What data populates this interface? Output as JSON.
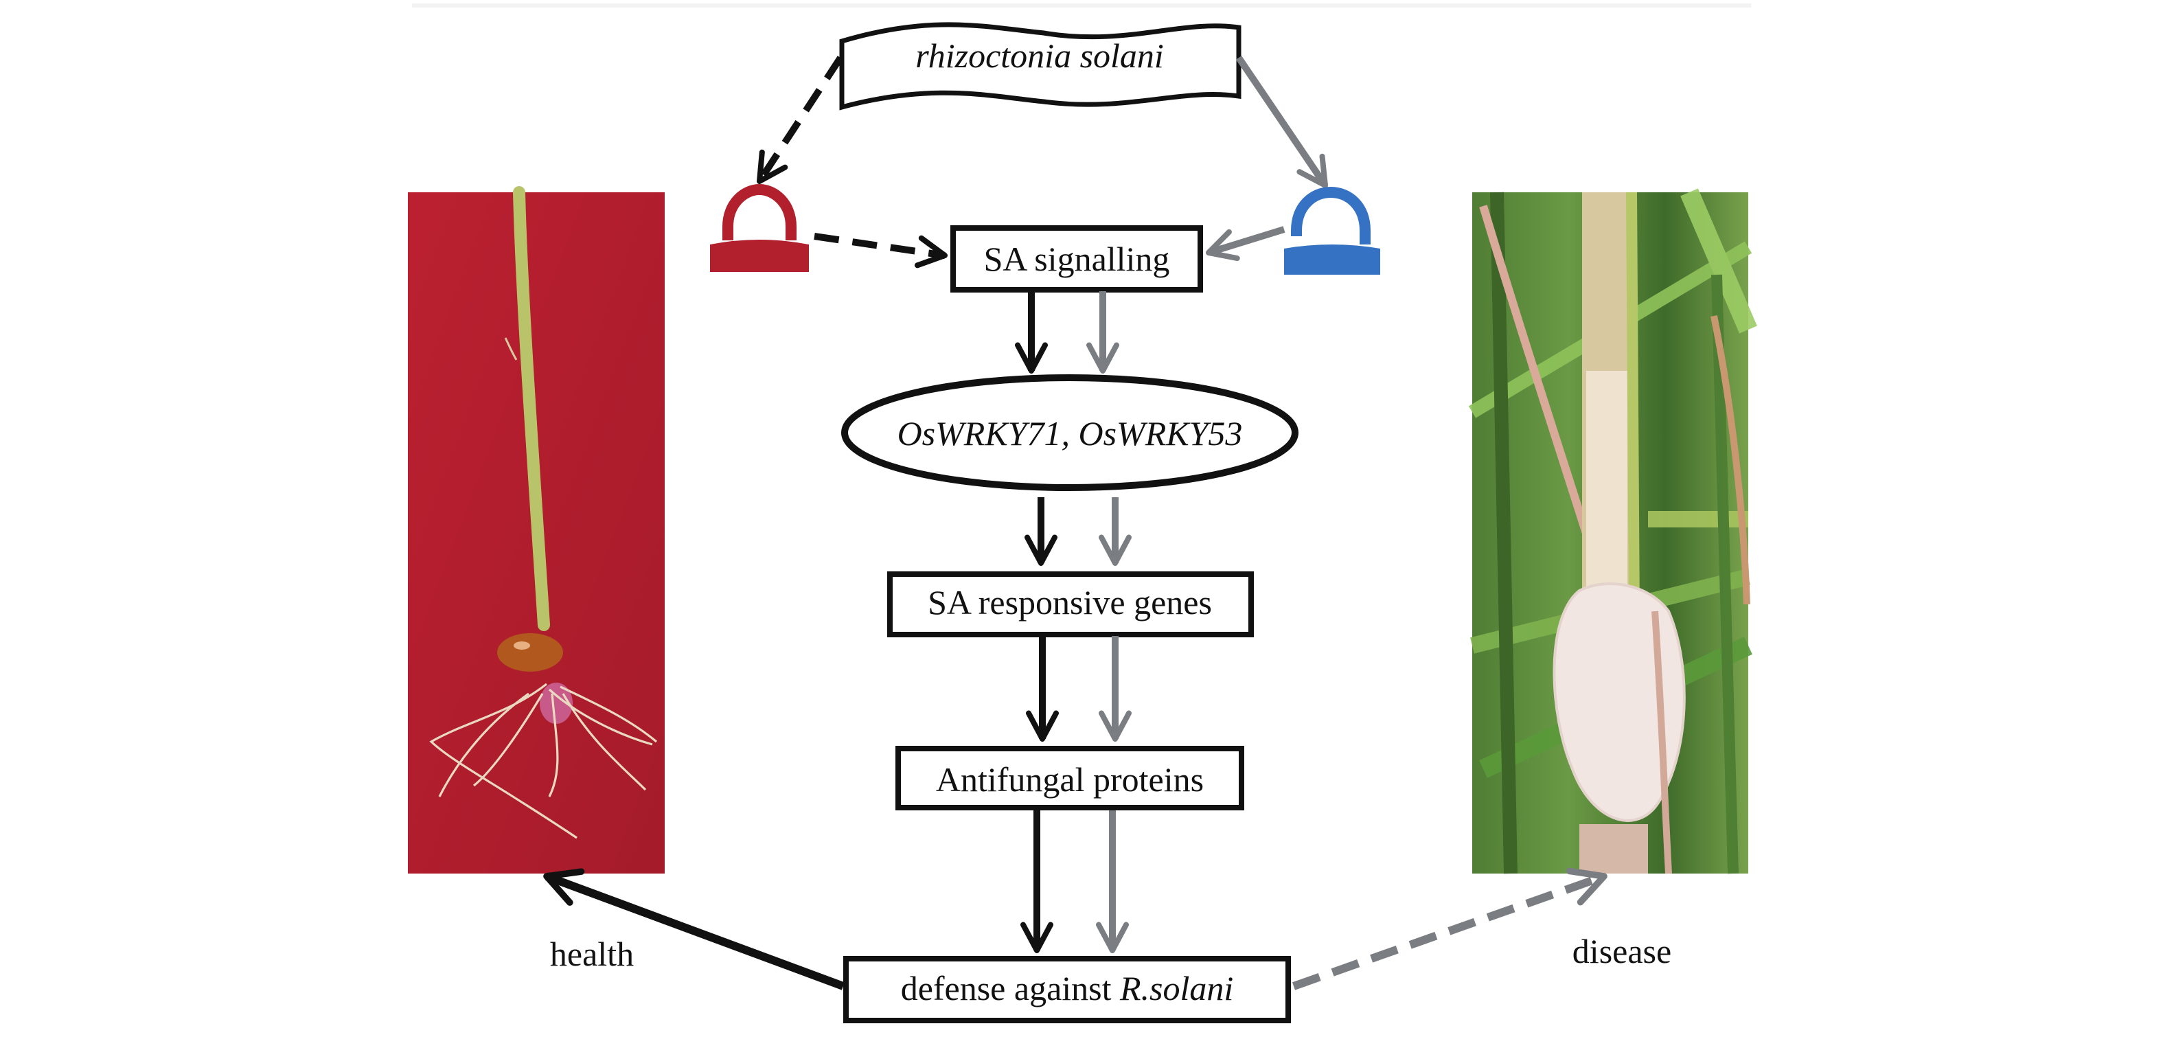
{
  "diagram": {
    "type": "signaling-pathway",
    "pathogen": {
      "label": "rhizoctonia solani",
      "italic": true
    },
    "nodes": {
      "sa_signalling": "SA signalling",
      "wrky": "OsWRKY71, OsWRKY53",
      "sa_responsive_genes": "SA responsive genes",
      "antifungal_proteins": "Antifungal proteins",
      "defense_prefix": "defense against ",
      "defense_italic": "R.solani"
    },
    "outcomes": {
      "left": "health",
      "right": "disease"
    },
    "symbols": {
      "left": {
        "name": "closed-lock",
        "color": "#b3202d"
      },
      "right": {
        "name": "open-lock",
        "color": "#3672c4"
      }
    },
    "photos": {
      "left": {
        "description": "healthy rice seedling on red background",
        "bg_color": "#b01e2e"
      },
      "right": {
        "description": "rice stem with sheath blight lesion",
        "bg_color": "#5c8a3a"
      }
    },
    "colors": {
      "black_path": "#111111",
      "gray_path": "#7a7d82",
      "border": "#111111"
    },
    "edges": [
      {
        "from": "pathogen",
        "to": "closed-lock",
        "style": "dashed",
        "color": "black"
      },
      {
        "from": "pathogen",
        "to": "open-lock",
        "style": "solid",
        "color": "gray"
      },
      {
        "from": "closed-lock",
        "to": "sa_signalling",
        "style": "dashed",
        "color": "black"
      },
      {
        "from": "open-lock",
        "to": "sa_signalling",
        "style": "solid",
        "color": "gray"
      },
      {
        "from": "sa_signalling",
        "to": "wrky",
        "style": "solid",
        "color": "black+gray"
      },
      {
        "from": "wrky",
        "to": "sa_responsive_genes",
        "style": "solid",
        "color": "black+gray"
      },
      {
        "from": "sa_responsive_genes",
        "to": "antifungal_proteins",
        "style": "solid",
        "color": "black+gray"
      },
      {
        "from": "antifungal_proteins",
        "to": "defense",
        "style": "solid",
        "color": "black+gray"
      },
      {
        "from": "defense",
        "to": "health",
        "style": "solid",
        "color": "black"
      },
      {
        "from": "defense",
        "to": "disease",
        "style": "dashed",
        "color": "gray"
      }
    ]
  }
}
